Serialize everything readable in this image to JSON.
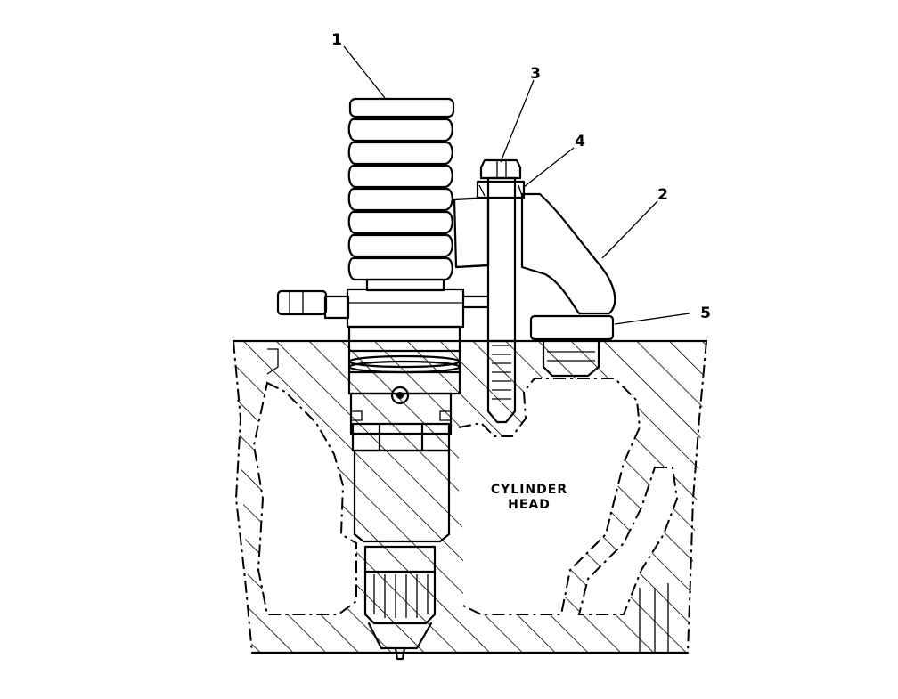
{
  "callouts": [
    {
      "number": "1",
      "part": "spring"
    },
    {
      "number": "2",
      "part": "clamp"
    },
    {
      "number": "3",
      "part": "bolt"
    },
    {
      "number": "4",
      "part": "washer"
    },
    {
      "number": "5",
      "part": "spacer"
    }
  ],
  "labels": {
    "cylinder_head_line1": "CYLINDER",
    "cylinder_head_line2": "HEAD"
  }
}
